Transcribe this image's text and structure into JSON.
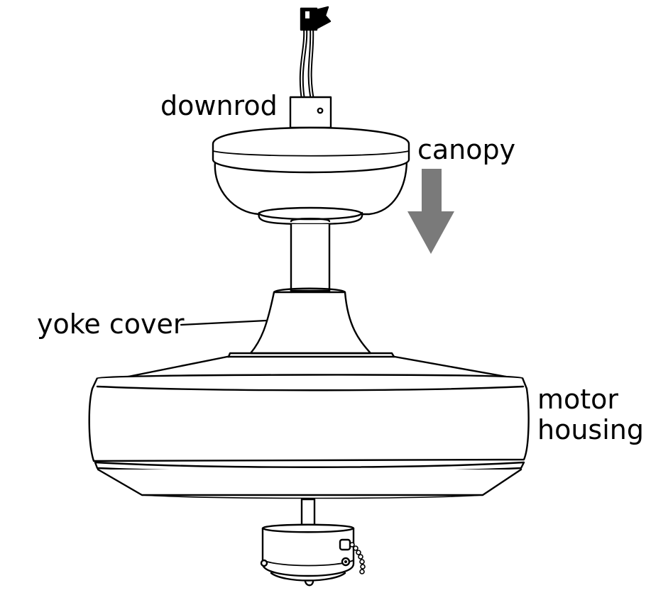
{
  "labels": {
    "downrod": "downrod",
    "canopy": "canopy",
    "yoke_cover": "yoke cover",
    "motor_housing_line1": "motor",
    "motor_housing_line2": "housing"
  },
  "colors": {
    "line": "#000000",
    "fill": "#ffffff",
    "arrow": "#7a7a7a"
  },
  "icons": {
    "direction_arrow": "arrow-down-icon"
  }
}
